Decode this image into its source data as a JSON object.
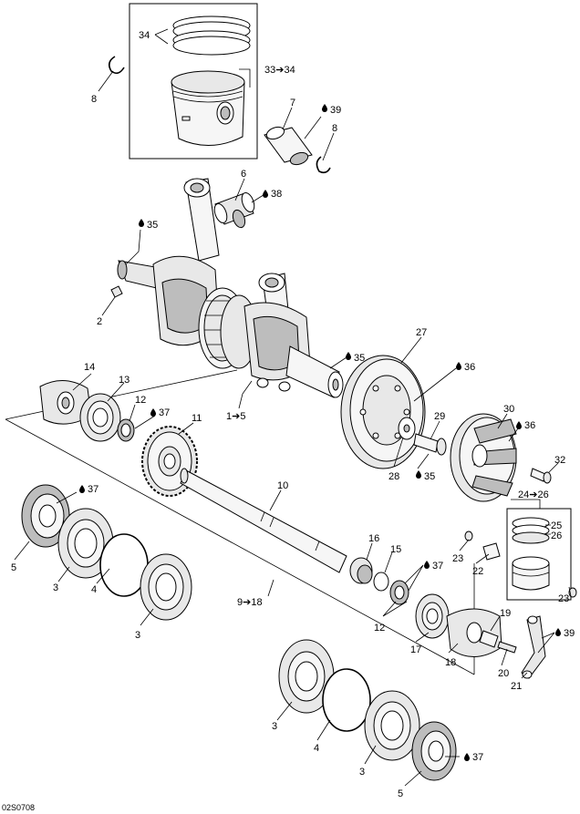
{
  "diagram_id": "02S0708",
  "callouts": [
    {
      "key": "c34",
      "text": "34"
    },
    {
      "key": "c33_34",
      "text": "33➔34"
    },
    {
      "key": "c8a",
      "text": "8"
    },
    {
      "key": "c7",
      "text": "7"
    },
    {
      "key": "c39a",
      "text": "39"
    },
    {
      "key": "c8b",
      "text": "8"
    },
    {
      "key": "c6",
      "text": "6"
    },
    {
      "key": "c38",
      "text": "38"
    },
    {
      "key": "c35a",
      "text": "35"
    },
    {
      "key": "c2",
      "text": "2"
    },
    {
      "key": "c27",
      "text": "27"
    },
    {
      "key": "c35b",
      "text": "35"
    },
    {
      "key": "c36a",
      "text": "36"
    },
    {
      "key": "c14",
      "text": "14"
    },
    {
      "key": "c13",
      "text": "13"
    },
    {
      "key": "c12a",
      "text": "12"
    },
    {
      "key": "c37a",
      "text": "37"
    },
    {
      "key": "c11",
      "text": "11"
    },
    {
      "key": "c1_5",
      "text": "1➔5"
    },
    {
      "key": "c29",
      "text": "29"
    },
    {
      "key": "c30",
      "text": "30"
    },
    {
      "key": "c36b",
      "text": "36"
    },
    {
      "key": "c28",
      "text": "28"
    },
    {
      "key": "c35c",
      "text": "35"
    },
    {
      "key": "c32",
      "text": "32"
    },
    {
      "key": "c10",
      "text": "10"
    },
    {
      "key": "c37b",
      "text": "37"
    },
    {
      "key": "c24_26",
      "text": "24➔26"
    },
    {
      "key": "c25",
      "text": "25"
    },
    {
      "key": "c26",
      "text": "26"
    },
    {
      "key": "c5a",
      "text": "5"
    },
    {
      "key": "c3a",
      "text": "3"
    },
    {
      "key": "c16",
      "text": "16"
    },
    {
      "key": "c15",
      "text": "15"
    },
    {
      "key": "c23a",
      "text": "23"
    },
    {
      "key": "c22",
      "text": "22"
    },
    {
      "key": "c37c",
      "text": "37"
    },
    {
      "key": "c4a",
      "text": "4"
    },
    {
      "key": "c9_18",
      "text": "9➔18"
    },
    {
      "key": "c3b",
      "text": "3"
    },
    {
      "key": "c12b",
      "text": "12"
    },
    {
      "key": "c23b",
      "text": "23"
    },
    {
      "key": "c19",
      "text": "19"
    },
    {
      "key": "c39b",
      "text": "39"
    },
    {
      "key": "c17",
      "text": "17"
    },
    {
      "key": "c18",
      "text": "18"
    },
    {
      "key": "c20",
      "text": "20"
    },
    {
      "key": "c21",
      "text": "21"
    },
    {
      "key": "c3c",
      "text": "3"
    },
    {
      "key": "c4b",
      "text": "4"
    },
    {
      "key": "c3d",
      "text": "3"
    },
    {
      "key": "c37d",
      "text": "37"
    },
    {
      "key": "c5b",
      "text": "5"
    }
  ],
  "icons": {
    "lubricant_drop": "drop-icon"
  }
}
